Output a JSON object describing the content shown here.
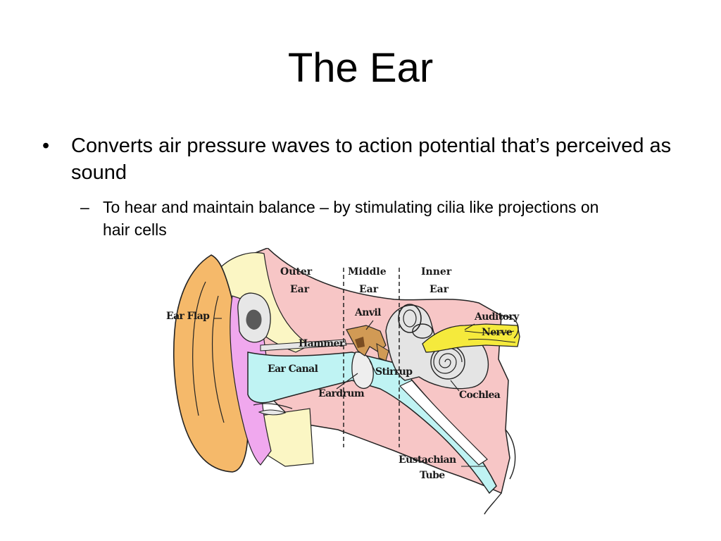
{
  "slide": {
    "title": "The Ear",
    "bullets": [
      {
        "marker": "•",
        "text": "Converts air pressure waves to action potential that’s perceived as sound",
        "sub": [
          {
            "marker": "–",
            "text": "To hear and maintain balance – by stimulating cilia like projections on hair cells"
          }
        ]
      }
    ]
  },
  "diagram": {
    "sections": {
      "outer_1": "Outer",
      "outer_2": "Ear",
      "middle_1": "Middle",
      "middle_2": "Ear",
      "inner_1": "Inner",
      "inner_2": "Ear"
    },
    "labels": {
      "ear_flap": "Ear Flap",
      "hammer": "Hammer",
      "anvil": "Anvil",
      "auditory_1": "Auditory",
      "auditory_2": "Nerve",
      "ear_canal": "Ear Canal",
      "stirrup": "Stirrup",
      "eardrum": "Eardrum",
      "cochlea": "Cochlea",
      "eustachian_1": "Eustachian",
      "eustachian_2": "Tube"
    },
    "colors": {
      "ear_flap": "#f5b96a",
      "tissue_pink": "#f7c6c6",
      "skin_yellow": "#fbf6c4",
      "lobe_lilac": "#f0a8ee",
      "canal_cyan": "#bff3f3",
      "ossicles": "#d19a55",
      "inner_gray": "#e4e4e4",
      "nerve_yellow": "#f5ea3c"
    }
  }
}
